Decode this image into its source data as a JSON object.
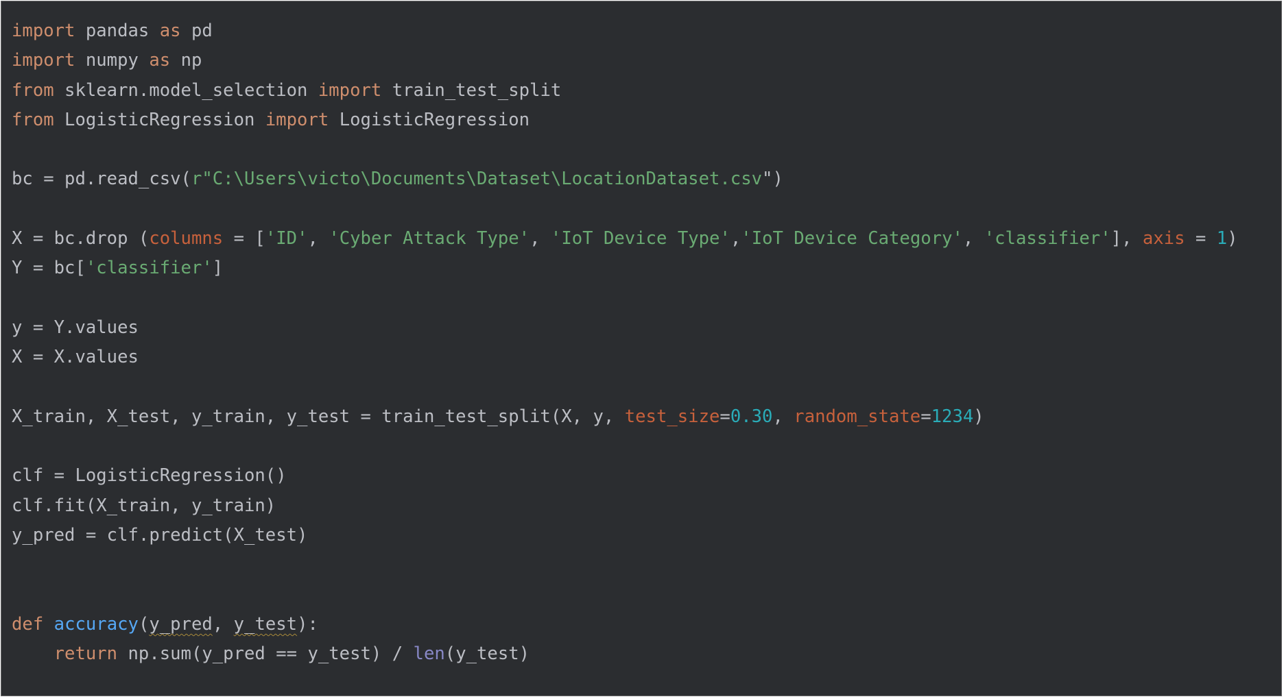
{
  "editor": {
    "colors": {
      "background": "#2b2d30",
      "default_text": "#bcbec4",
      "keyword": "#cf8e6d",
      "string": "#6aab73",
      "named_argument": "#c7613c",
      "number": "#2aacb8",
      "function_definition": "#56a8f5",
      "builtin": "#8888c6"
    },
    "lines": [
      {
        "tokens": [
          {
            "t": "import",
            "c": "kw"
          },
          {
            "t": " pandas "
          },
          {
            "t": "as",
            "c": "kw"
          },
          {
            "t": " pd"
          }
        ]
      },
      {
        "tokens": [
          {
            "t": "import",
            "c": "kw"
          },
          {
            "t": " numpy "
          },
          {
            "t": "as",
            "c": "kw"
          },
          {
            "t": " np"
          }
        ]
      },
      {
        "tokens": [
          {
            "t": "from",
            "c": "kw"
          },
          {
            "t": " sklearn.model_selection "
          },
          {
            "t": "import",
            "c": "kw"
          },
          {
            "t": " train_test_split"
          }
        ]
      },
      {
        "tokens": [
          {
            "t": "from",
            "c": "kw"
          },
          {
            "t": " LogisticRegression "
          },
          {
            "t": "import",
            "c": "kw"
          },
          {
            "t": " LogisticRegression"
          }
        ]
      },
      {
        "tokens": []
      },
      {
        "tokens": [
          {
            "t": "bc = pd.read_csv("
          },
          {
            "t": "r\"C:\\Users\\victo\\Documents\\Dataset\\LocationDataset.csv",
            "c": "str"
          },
          {
            "t": "\")"
          }
        ]
      },
      {
        "tokens": []
      },
      {
        "tokens": [
          {
            "t": "X = bc.drop ("
          },
          {
            "t": "columns",
            "c": "param"
          },
          {
            "t": " = ["
          },
          {
            "t": "'ID'",
            "c": "str"
          },
          {
            "t": ", "
          },
          {
            "t": "'Cyber Attack Type'",
            "c": "str"
          },
          {
            "t": ", "
          },
          {
            "t": "'IoT Device Type'",
            "c": "str"
          },
          {
            "t": ","
          },
          {
            "t": "'IoT Device Category'",
            "c": "str"
          },
          {
            "t": ", "
          },
          {
            "t": "'classifier'",
            "c": "str"
          },
          {
            "t": "], "
          },
          {
            "t": "axis",
            "c": "param"
          },
          {
            "t": " = "
          },
          {
            "t": "1",
            "c": "num"
          },
          {
            "t": ")"
          }
        ]
      },
      {
        "tokens": [
          {
            "t": "Y = bc["
          },
          {
            "t": "'classifier'",
            "c": "str"
          },
          {
            "t": "]"
          }
        ]
      },
      {
        "tokens": []
      },
      {
        "tokens": [
          {
            "t": "y = Y.values"
          }
        ]
      },
      {
        "tokens": [
          {
            "t": "X = X.values"
          }
        ]
      },
      {
        "tokens": []
      },
      {
        "tokens": [
          {
            "t": "X_train, X_test, y_train, y_test = train_test_split(X, y, "
          },
          {
            "t": "test_size",
            "c": "param"
          },
          {
            "t": "="
          },
          {
            "t": "0.30",
            "c": "num"
          },
          {
            "t": ", "
          },
          {
            "t": "random_state",
            "c": "param"
          },
          {
            "t": "="
          },
          {
            "t": "1234",
            "c": "num"
          },
          {
            "t": ")"
          }
        ]
      },
      {
        "tokens": []
      },
      {
        "tokens": [
          {
            "t": "clf = LogisticRegression()"
          }
        ]
      },
      {
        "tokens": [
          {
            "t": "clf.fit(X_train, y_train)"
          }
        ]
      },
      {
        "tokens": [
          {
            "t": "y_pred = clf.predict(X_test)"
          }
        ]
      },
      {
        "tokens": []
      },
      {
        "tokens": []
      },
      {
        "tokens": [
          {
            "t": "def",
            "c": "kw"
          },
          {
            "t": " "
          },
          {
            "t": "accuracy",
            "c": "fn"
          },
          {
            "t": "("
          },
          {
            "t": "y_pred",
            "c": "warn"
          },
          {
            "t": ", "
          },
          {
            "t": "y_test",
            "c": "warn"
          },
          {
            "t": "):"
          }
        ]
      },
      {
        "tokens": [
          {
            "t": "    "
          },
          {
            "t": "return",
            "c": "kw"
          },
          {
            "t": " np.sum(y_pred == y_test) / "
          },
          {
            "t": "len",
            "c": "builtin"
          },
          {
            "t": "(y_test)"
          }
        ]
      }
    ]
  }
}
